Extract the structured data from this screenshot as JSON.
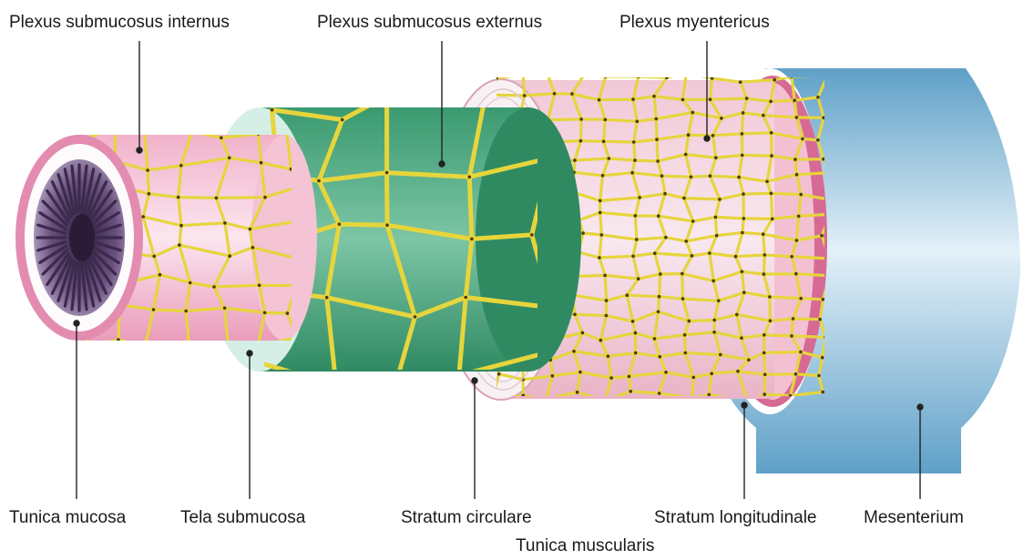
{
  "labels": {
    "plexus_submucosus_internus": "Plexus submucosus internus",
    "plexus_submucosus_externus": "Plexus submucosus externus",
    "plexus_myentericus": "Plexus myentericus",
    "tunica_mucosa": "Tunica mucosa",
    "tela_submucosa": "Tela submucosa",
    "stratum_circulare": "Stratum circulare",
    "stratum_longitudinale": "Stratum longitudinale",
    "mesenterium": "Mesenterium",
    "tunica_muscularis": "Tunica muscularis"
  },
  "colors": {
    "mucosa_pink": "#e98fb3",
    "mucosa_light": "#f6dbe7",
    "lumen_dark": "#4a3458",
    "submucosa_green": "#3d9a72",
    "submucosa_light": "#d5efe6",
    "circular_white": "#f7f2f4",
    "longitudinal_pink": "#f4d7e1",
    "plexus_yellow": "#e6d53c",
    "mesentery_blue": "#5fa0c8",
    "mesentery_light": "#e3f0f8"
  }
}
